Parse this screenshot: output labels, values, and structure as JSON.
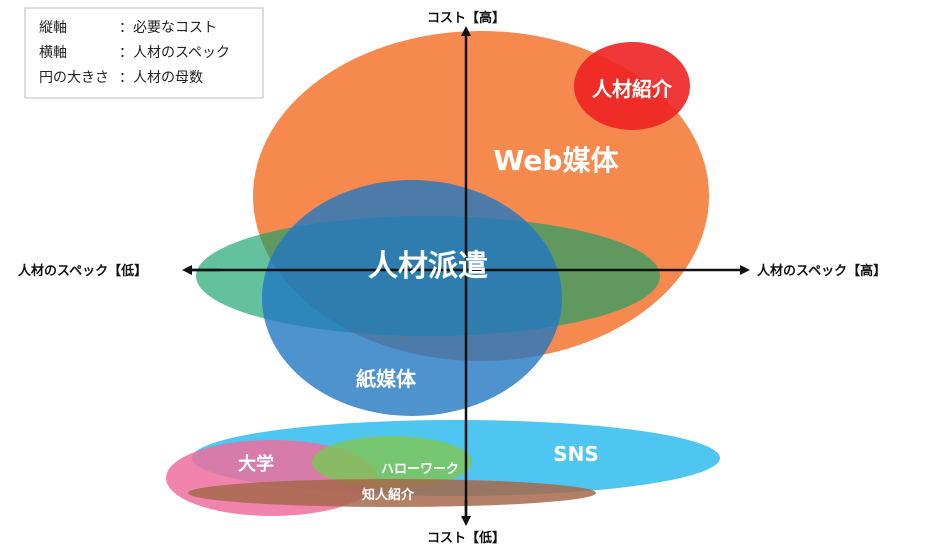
{
  "legend": {
    "rows": [
      {
        "key": "縦軸",
        "sep": "：",
        "value": "必要なコスト"
      },
      {
        "key": "横軸",
        "sep": "：",
        "value": "人材のスペック"
      },
      {
        "key": "円の大きさ",
        "sep": "：",
        "value": "人材の母数"
      }
    ]
  },
  "axes": {
    "top": "コスト【高】",
    "bottom": "コスト【低】",
    "left": "人材のスペック【低】",
    "right": "人材のスペック【高】"
  },
  "bubbles": [
    {
      "id": "web",
      "label": "Web媒体",
      "color": "#f5762f"
    },
    {
      "id": "jinzai-haken",
      "label": "人材派遣",
      "color": "#0f9f6a"
    },
    {
      "id": "kami",
      "label": "紙媒体",
      "color": "#2277c2"
    },
    {
      "id": "jinzai-shokai",
      "label": "人材紹介",
      "color": "#ee2222"
    },
    {
      "id": "sns",
      "label": "SNS",
      "color": "#3cbff0"
    },
    {
      "id": "daigaku",
      "label": "大学",
      "color": "#ef6f9e"
    },
    {
      "id": "hellowork",
      "label": "ハローワーク",
      "color": "#7cc65a"
    },
    {
      "id": "chijin",
      "label": "知人紹介",
      "color": "#a7684b"
    }
  ]
}
